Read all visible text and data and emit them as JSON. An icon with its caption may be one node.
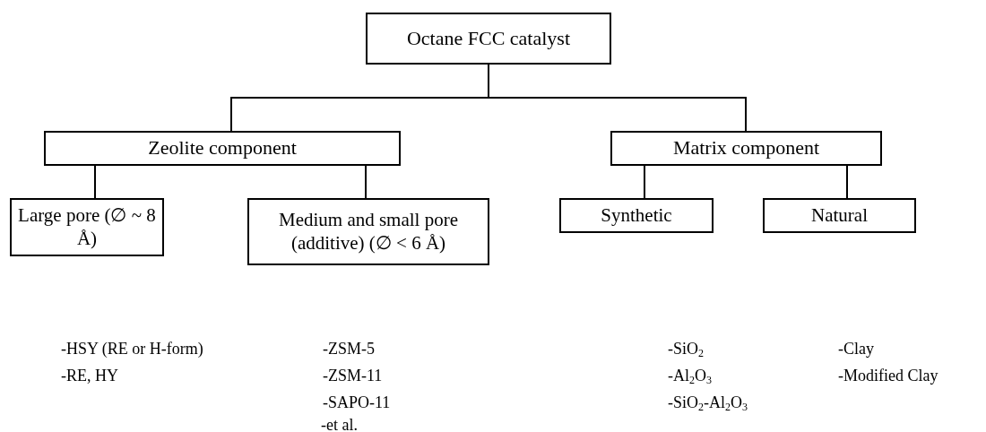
{
  "diagram": {
    "nodes": [
      {
        "text": [
          "Octane FCC catalyst"
        ]
      },
      {
        "text": [
          "Zeolite component"
        ]
      },
      {
        "text": [
          "Matrix component"
        ]
      },
      {
        "text": [
          "Large pore (∅ ~ 8 Å)"
        ]
      },
      {
        "text": [
          "Medium and small pore (additive) (∅ < 6 Å)"
        ]
      },
      {
        "text": [
          "Synthetic"
        ]
      },
      {
        "text": [
          "Natural"
        ]
      }
    ],
    "edges": [
      {
        "from": 0,
        "to": 1,
        "arrow": "none"
      },
      {
        "from": 0,
        "to": 2,
        "arrow": "none"
      },
      {
        "from": 1,
        "to": 3,
        "arrow": "none"
      },
      {
        "from": 1,
        "to": 4,
        "arrow": "none"
      },
      {
        "from": 2,
        "to": 5,
        "arrow": "none"
      },
      {
        "from": 2,
        "to": 6,
        "arrow": "none"
      }
    ],
    "labels": [
      "-HSY (RE or H-form)",
      "-ZSM-5",
      "-SiO$_{2}$",
      "-Clay",
      "-RE, HY",
      "-ZSM-11",
      "-Al$_{2}$O$_{3}$",
      "-Modified Clay",
      "-SAPO-11",
      "-SiO$_{2}$-Al$_{2}$O$_{3}$",
      "-et al."
    ]
  }
}
